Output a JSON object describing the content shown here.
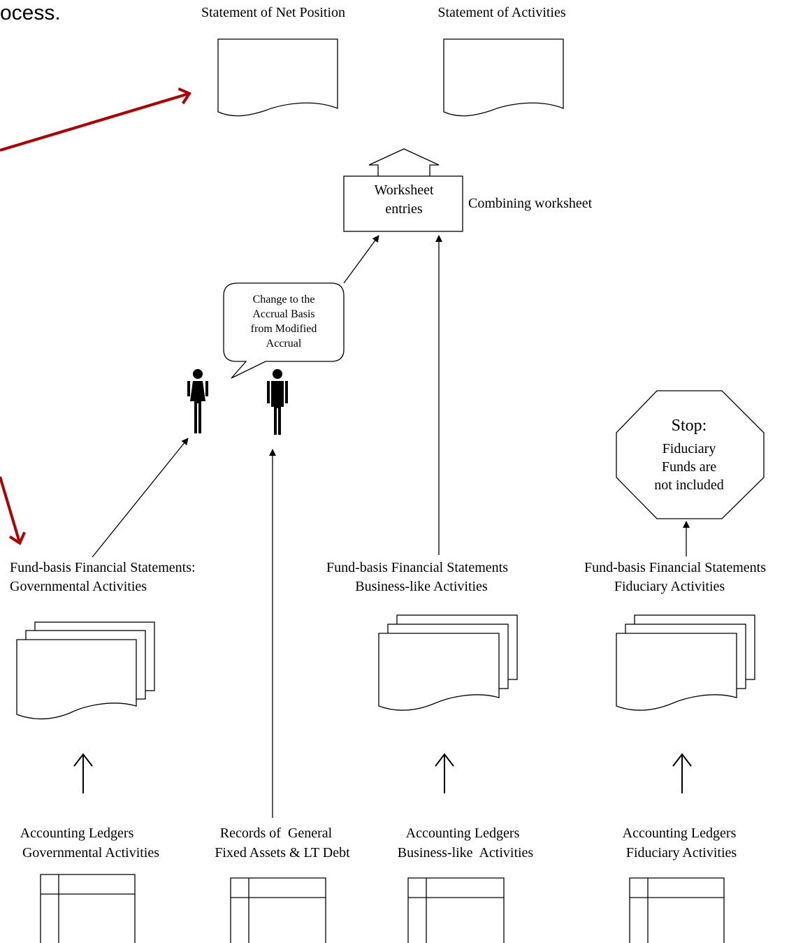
{
  "header_fragment": "ocess.",
  "statements": {
    "net_position": "Statement of Net Position",
    "activities": "Statement of Activities"
  },
  "worksheet": {
    "box_line1": "Worksheet",
    "box_line2": "entries",
    "side_label": "Combining worksheet"
  },
  "speech_bubble": {
    "lines": [
      "Change to the",
      "Accrual Basis",
      "from Modified",
      "Accrual"
    ]
  },
  "stop_sign": {
    "lines": [
      "Stop:",
      "Fiduciary",
      "Funds are",
      "not included"
    ]
  },
  "fund_statements": {
    "governmental": [
      "Fund-basis Financial Statements:",
      "Governmental Activities"
    ],
    "business": [
      "Fund-basis Financial Statements",
      "Business-like Activities"
    ],
    "fiduciary": [
      "Fund-basis Financial Statements",
      "Fiduciary Activities"
    ]
  },
  "ledgers": {
    "governmental": [
      "Accounting Ledgers",
      "Governmental Activities"
    ],
    "general": [
      "Records of  General",
      "Fixed Assets & LT Debt"
    ],
    "business": [
      "Accounting Ledgers",
      "Business-like  Activities"
    ],
    "fiduciary": [
      "Accounting Ledgers",
      "Fiduciary Activities"
    ]
  },
  "colors": {
    "line": "#000000",
    "accent_arrow": "#b00000"
  },
  "icons": {
    "woman": "female-figure-icon",
    "man": "male-figure-icon"
  }
}
